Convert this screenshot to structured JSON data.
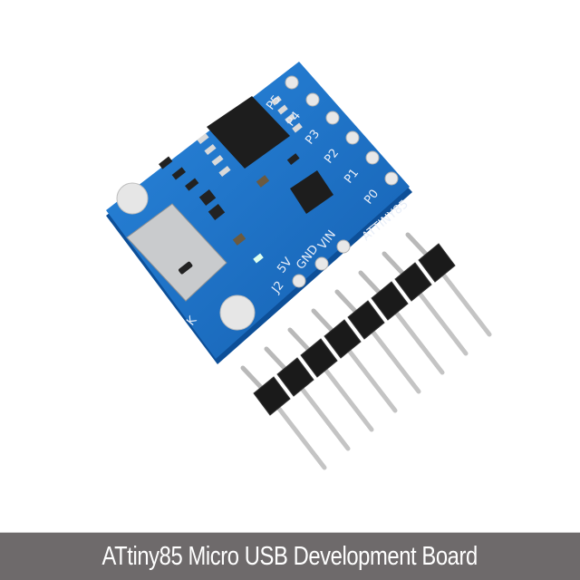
{
  "caption": "ATtiny85 Micro USB Development Board",
  "board": {
    "silkscreen": {
      "pins_top": [
        "P5",
        "P4",
        "P3",
        "P2",
        "P1",
        "P0"
      ],
      "chip_name": "ATTINY85",
      "pins_bottom": [
        "VIN",
        "GND",
        "5V",
        "J2"
      ],
      "corner_mark": "K"
    }
  },
  "colors": {
    "pcb": "#1f6fc4",
    "caption_bar": "#6e6a6b",
    "caption_text": "#ffffff"
  }
}
